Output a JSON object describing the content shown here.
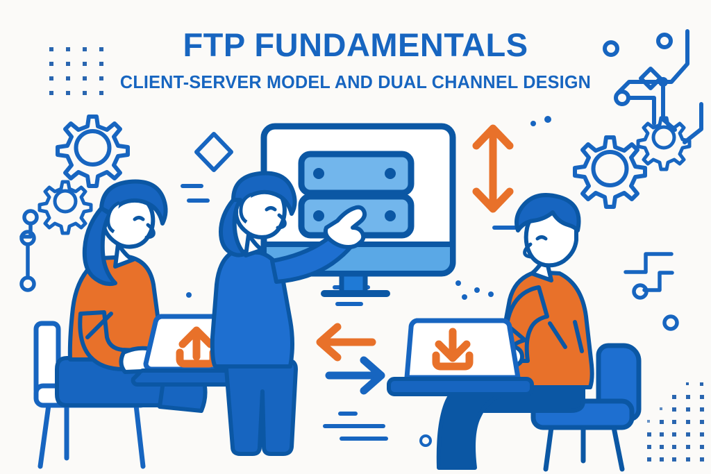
{
  "poster": {
    "background_color": "#fbfaf8",
    "title": "FTP FUNDAMENTALS",
    "subtitle": "CLIENT-SERVER MODEL AND DUAL CHANNEL DESIGN",
    "palette": {
      "brand_blue": "#1765c0",
      "deep_blue": "#0b57a4",
      "mid_blue": "#1e6fd0",
      "light_blue": "#6fb2ea",
      "pale_blue": "#8cc3f0",
      "orange": "#e8712a",
      "dark_orange": "#e2611b",
      "ink": "#0d5ba8",
      "paper": "#fbfaf8",
      "white": "#ffffff"
    }
  },
  "scene": {
    "monitor": {
      "name": "server-monitor",
      "screen_label": "server-rack-icon",
      "racks": 2,
      "rack_leds_per_rack": 2
    },
    "presenter": {
      "name": "standing-presenter",
      "shirt_color": "#1e6fd0",
      "pants_color": "#1765c0",
      "hair_color": "#0b57a4",
      "gesture": "pointing-at-screen"
    },
    "left_user": {
      "name": "seated-user-left",
      "sweater_color": "#e8712a",
      "pants_color": "#1765c0",
      "hair_color": "#1765c0",
      "chair_style": "outline-white-chair",
      "laptop_icon": "upload-icon",
      "laptop_icon_color": "#e8712a"
    },
    "right_user": {
      "name": "seated-user-right",
      "shirt_color": "#e8712a",
      "pants_color": "#0b57a4",
      "hair_color": "#1765c0",
      "chair_style": "filled-blue-chair",
      "laptop_icon": "download-icon",
      "laptop_icon_color": "#e8712a"
    },
    "arrows": {
      "vertical_double": {
        "name": "control-channel-arrow",
        "color": "#e8712a",
        "direction": "up-down"
      },
      "left_arrow": {
        "name": "data-flow-left-arrow",
        "color": "#e8712a",
        "direction": "left"
      },
      "right_arrow": {
        "name": "data-flow-right-arrow",
        "color": "#1765c0",
        "direction": "right"
      }
    },
    "decorations": {
      "gear_large_left": "gear-icon",
      "gear_small_left": "gear-icon",
      "gear_large_right": "gear-icon",
      "gear_small_right": "gear-icon",
      "diamond": "diamond-outline-icon",
      "dot_grid_top_left": "dot-grid-pattern",
      "dot_grid_bottom_right": "dot-grid-pattern",
      "circuit_top_right": "circuit-trace-icon",
      "circuit_left": "circuit-trace-icon",
      "circuit_right": "circuit-trace-icon",
      "dash_marks": "dash-accent-lines",
      "small_circles": "circle-accent-dots"
    }
  }
}
